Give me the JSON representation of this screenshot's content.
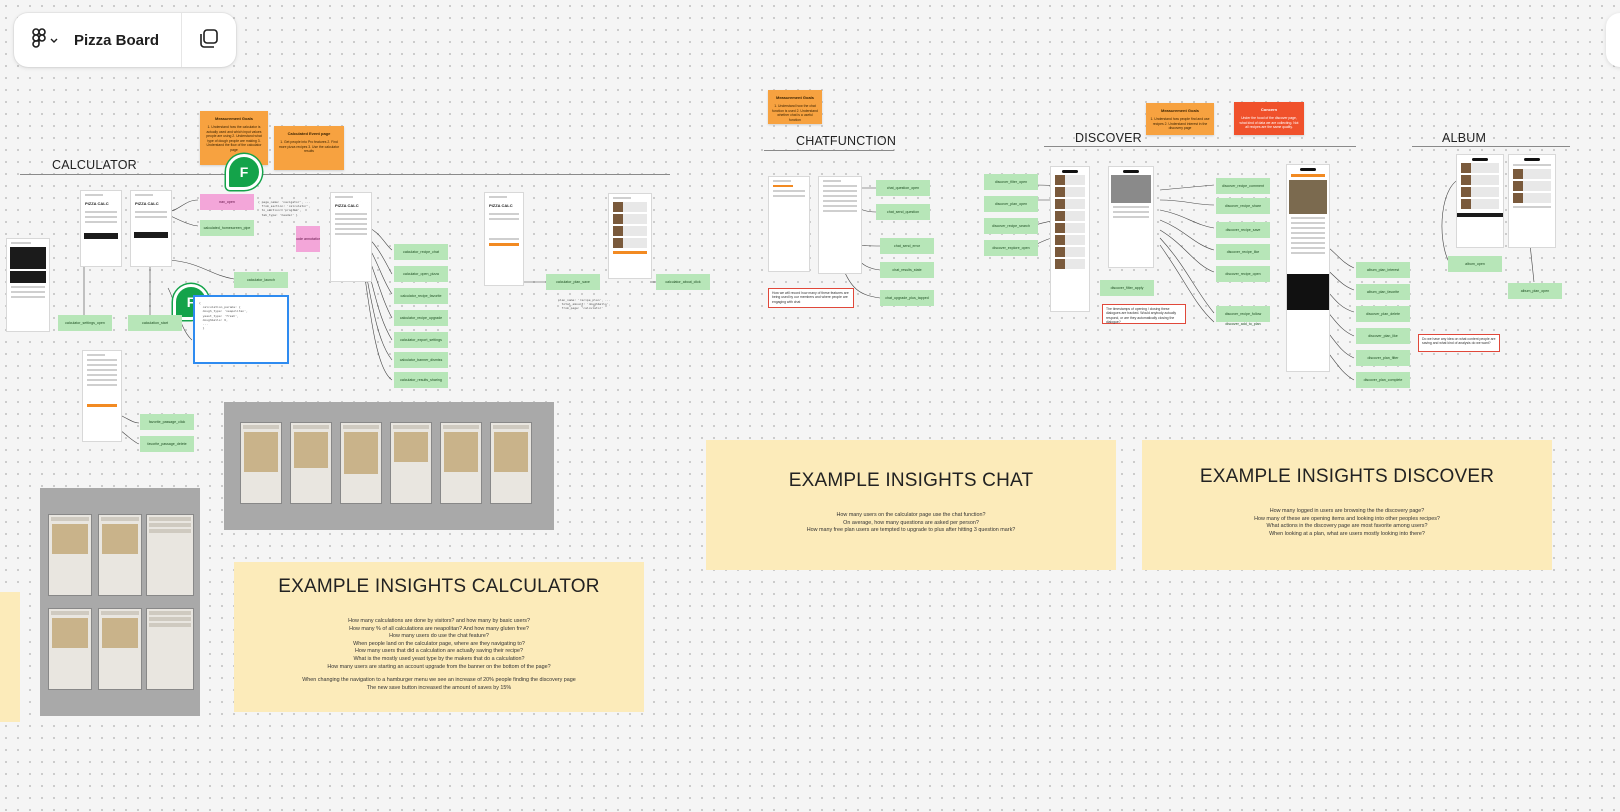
{
  "toolbar": {
    "file_name": "Pizza Board",
    "menu_icon": "figma-logo-icon",
    "pages_icon": "pages-icon"
  },
  "sections": {
    "calculator": "CALCULATOR",
    "chatfunction": "CHATFUNCTION",
    "discover": "DISCOVER",
    "album": "ALBUM"
  },
  "stickies": {
    "calc_goals_head": "Measurement Goals",
    "calc_goals_body": "1. Understand how the calculator is actually used and which input values people are using\n2. Understand what type of dough people are making\n3. Understand the flow of the calculator page",
    "calc_goals2_head": "Calculated Event page",
    "calc_goals2_body": "1. Get people into Pro features\n2. Find more pizza recipes\n3. Use the calculator results",
    "chat_goals_head": "Measurement Goals",
    "chat_goals_body": "1. Understand how the chat function is used\n2. Understand whether chat is a useful function",
    "discover_goals_head": "Measurement Goals",
    "discover_goals_body": "1. Understand how people find and use recipes\n2. Understand interest in the discovery page",
    "discover_concern_head": "Concern",
    "discover_concern_body": "Under the hood of the discover page, what kind of data we are collecting. Not all recipes are the same quality."
  },
  "avatars": {
    "top": "F",
    "bottom": "F"
  },
  "calc_chips": {
    "pink_top": "nav_open",
    "calc_left": "calculator_settings_open",
    "calc_mid": "calculation_start",
    "calc_right": "calculator_launch",
    "notify": "calculated_homescreen_pipe",
    "pink_code": "code annotation",
    "list": [
      "calculator_recipe_chat",
      "calculator_open_pizza",
      "calculator_recipe_favorite",
      "calculator_recipe_upgrade",
      "calculator_export_settings",
      "calculator_banner_dismiss",
      "calculator_results_sharing"
    ],
    "save": "calculator_plan_save",
    "about": "calculator_about_click",
    "bottom1": "favorite_passage_click",
    "bottom2": "favorite_passage_delete"
  },
  "chat_chips": {
    "list": [
      "chat_question_open",
      "chat_send_question",
      "chat_send_error",
      "chat_results_state",
      "chat_upgrade_plus_tapped"
    ],
    "note": "How we will record how many of these features are being used by our members and where people are engaging with chat"
  },
  "discover_chips": {
    "left": [
      "discover_filter_open",
      "discover_plan_open",
      "discover_recipe_search",
      "discover_explore_open"
    ],
    "mid": [
      "discover_filter_apply"
    ],
    "right": [
      "discover_recipe_comment",
      "discover_recipe_share",
      "discover_recipe_save",
      "discover_recipe_like",
      "discover_recipe_open",
      "discover_recipe_follow",
      "discover_add_to_plan"
    ],
    "far": [
      "album_plan_interest",
      "album_plan_favorite",
      "discover_plan_delete",
      "discover_plan_like",
      "discover_plan_filter",
      "discover_plan_complete"
    ],
    "note": "The timestamps of opening / closing these dialogues are tracked. Would anybody actually respond, or are they automatically closing the dialogue?"
  },
  "album_chips": {
    "a": "album_open",
    "b": "album_plan_open",
    "note": "Do we have any idea on what content people are saving and what kind of analysis do we want?"
  },
  "insights": {
    "chat": {
      "title": "EXAMPLE INSIGHTS CHAT",
      "bullets": [
        "How many users on the calculator page use the chat function?",
        "On average, how many questions are asked per person?",
        "How many free plan users are tempted to upgrade to plus after hitting 3 question mark?"
      ]
    },
    "discover": {
      "title": "EXAMPLE INSIGHTS DISCOVER",
      "bullets": [
        "How many logged in users are browsing the the discovery page?",
        "How many of these are opening items and looking into other peoples recipes?",
        "What actions in the discovery page are most favorite among users?",
        "When looking at a plan, what are users mostly looking into there?"
      ]
    },
    "calculator": {
      "title": "EXAMPLE INSIGHTS CALCULATOR",
      "bullets": [
        "How many calculations are done by visitors? and how many by basic users?",
        "How many % of all calculations are neapolitan? And how many gluten free?",
        "How many users do use the chat feature?",
        "When people land on the calculator page, where are they navigating to?",
        "How many users that did a calculation are actually saving their recipe?",
        "What is the mostly used yeast type by the makers that do a calculation?",
        "How many users are starting an account upgrade from the banner on the bottom of the page?"
      ],
      "extra": [
        "When changing the navigation to a hamburger menu we see an increase of 20% people finding the discovery page",
        "The new save button increased the amount of saves by 15%"
      ]
    }
  },
  "app": {
    "screen_title": "PIZZA CALC"
  },
  "colors": {
    "sticky_orange": "#f7a240",
    "sticky_red": "#f0512b",
    "chip_green": "#b7e6b8",
    "chip_pink": "#f3a6d9",
    "insight_bg": "#fcebba",
    "avatar_green": "#14a34a",
    "selection_blue": "#2e8bf0"
  }
}
